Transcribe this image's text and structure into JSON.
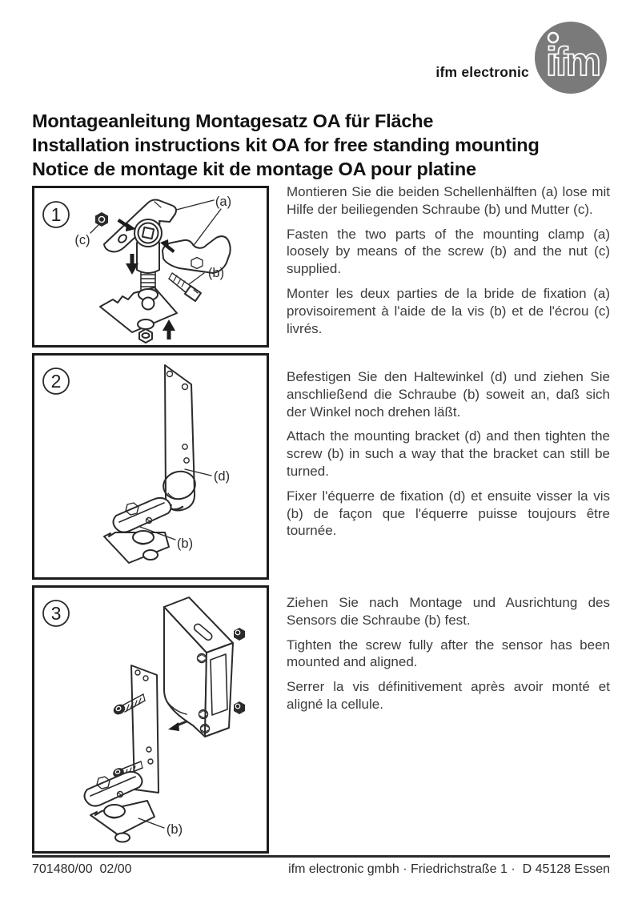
{
  "header": {
    "brand": "ifm electronic",
    "logo": {
      "text": "ifm",
      "circle_color": "#7a7a7a",
      "letter_color": "#ffffff"
    }
  },
  "title": {
    "de": "Montageanleitung Montagesatz OA für Fläche",
    "en": "Installation instructions kit OA for free standing mounting",
    "fr": "Notice de montage kit de montage OA pour platine"
  },
  "steps": [
    {
      "number": "1",
      "figure_labels": {
        "a": "(a)",
        "b": "(b)",
        "c": "(c)"
      },
      "text": {
        "de": "Montieren Sie die beiden Schellenhälften (a) lose mit Hilfe der beiliegenden Schraube (b) und Mutter (c).",
        "en": "Fasten the two parts of the mounting clamp (a) loosely by means of the screw (b) and the nut (c) supplied.",
        "fr": "Monter les deux parties de la bride de fixation (a) provisoirement à l'aide de la vis (b) et de l'écrou (c) livrés."
      }
    },
    {
      "number": "2",
      "figure_labels": {
        "b": "(b)",
        "d": "(d)"
      },
      "text": {
        "de": "Befestigen Sie den Haltewinkel (d) und ziehen Sie anschließend die Schraube (b) soweit an, daß sich der Winkel noch drehen läßt.",
        "en": "Attach the mounting bracket (d) and then tighten the screw (b) in such a way that the bracket can still be turned.",
        "fr": "Fixer l'équerre de fixation (d) et ensuite visser la vis (b) de façon que l'équerre puisse toujours être tournée."
      }
    },
    {
      "number": "3",
      "figure_labels": {
        "b": "(b)"
      },
      "text": {
        "de": "Ziehen Sie nach Montage und Ausrichtung des Sensors die Schraube (b) fest.",
        "en": "Tighten the screw fully after the sensor has been mounted and aligned.",
        "fr": "Serrer la vis définitivement après avoir monté et aligné la cellule."
      }
    }
  ],
  "footer": {
    "doc_number": "701480/00  02/00",
    "company_line": "ifm electronic gmbh · Friedrichstraße 1 ·  D 45128 Essen"
  }
}
